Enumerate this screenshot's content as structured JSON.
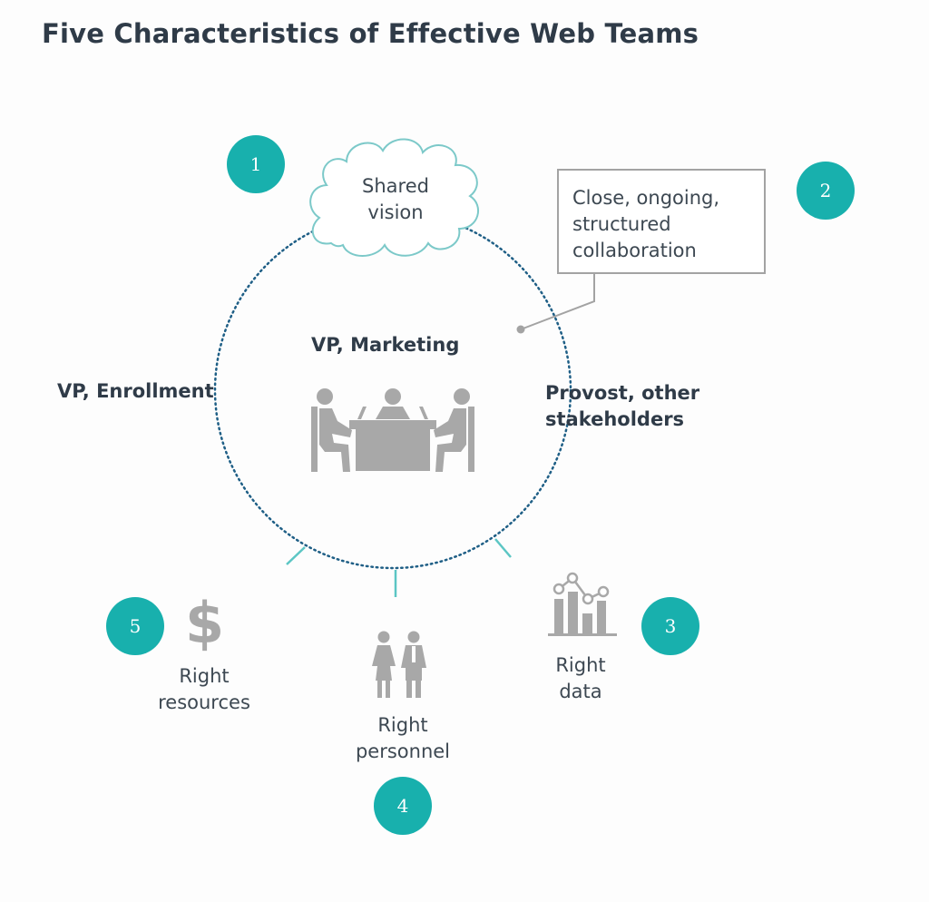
{
  "title": "Five Characteristics of Effective Web Teams",
  "center_cloud": "Shared vision",
  "callout": "Close, ongoing, structured collaboration",
  "roles": {
    "top": "VP, Marketing",
    "left": "VP, Enrollment",
    "right": "Provost, other stakeholders"
  },
  "badges": [
    "1",
    "2",
    "3",
    "4",
    "5"
  ],
  "outcomes": {
    "data": "Right data",
    "personnel": "Right personnel",
    "resources": "Right resources"
  },
  "icons": [
    "cloud-icon",
    "meeting-table-icon",
    "bar-line-chart-icon",
    "people-icon",
    "dollar-icon"
  ],
  "colors": {
    "accent": "#18b0ad",
    "circle": "#1f5f86",
    "icon_gray": "#a8a8a8",
    "text": "#2f3b48"
  }
}
